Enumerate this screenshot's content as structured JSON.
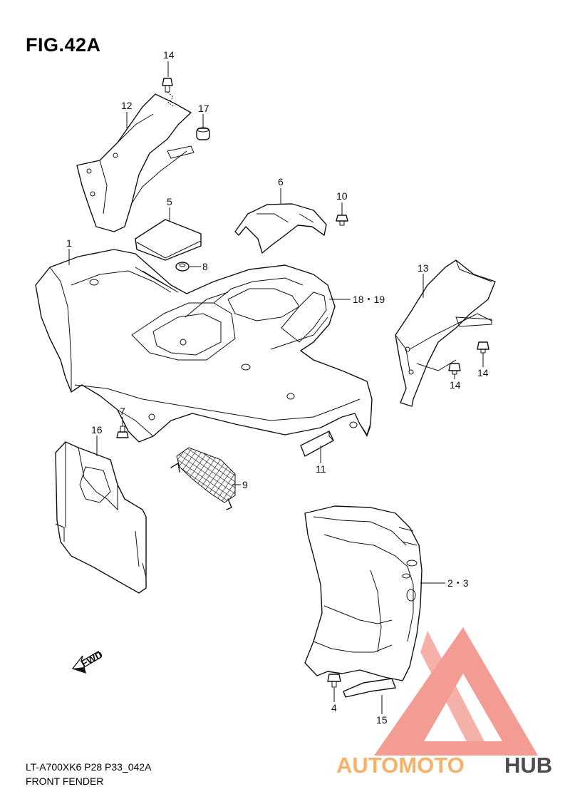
{
  "figure": {
    "title": "FIG.42A",
    "model_code": "LT-A700XK6 P28 P33_042A",
    "section_name": "FRONT FENDER"
  },
  "callouts": {
    "c14a": "14",
    "c12": "12",
    "c17": "17",
    "c5": "5",
    "c6": "6",
    "c10": "10",
    "c1": "1",
    "c8": "8",
    "c18_19": "18・19",
    "c13": "13",
    "c14b": "14",
    "c14c": "14",
    "c7": "7",
    "c16": "16",
    "c11": "11",
    "c9": "9",
    "c2_3": "2・3",
    "c4": "4",
    "c15": "15"
  },
  "fwd_label": "FWD",
  "watermark": {
    "text_a": "AUTOMOTO",
    "text_b": "HUB",
    "color_a": "#f6b26b",
    "color_b": "#4d4d4d",
    "logo_color": "#f28b82"
  }
}
